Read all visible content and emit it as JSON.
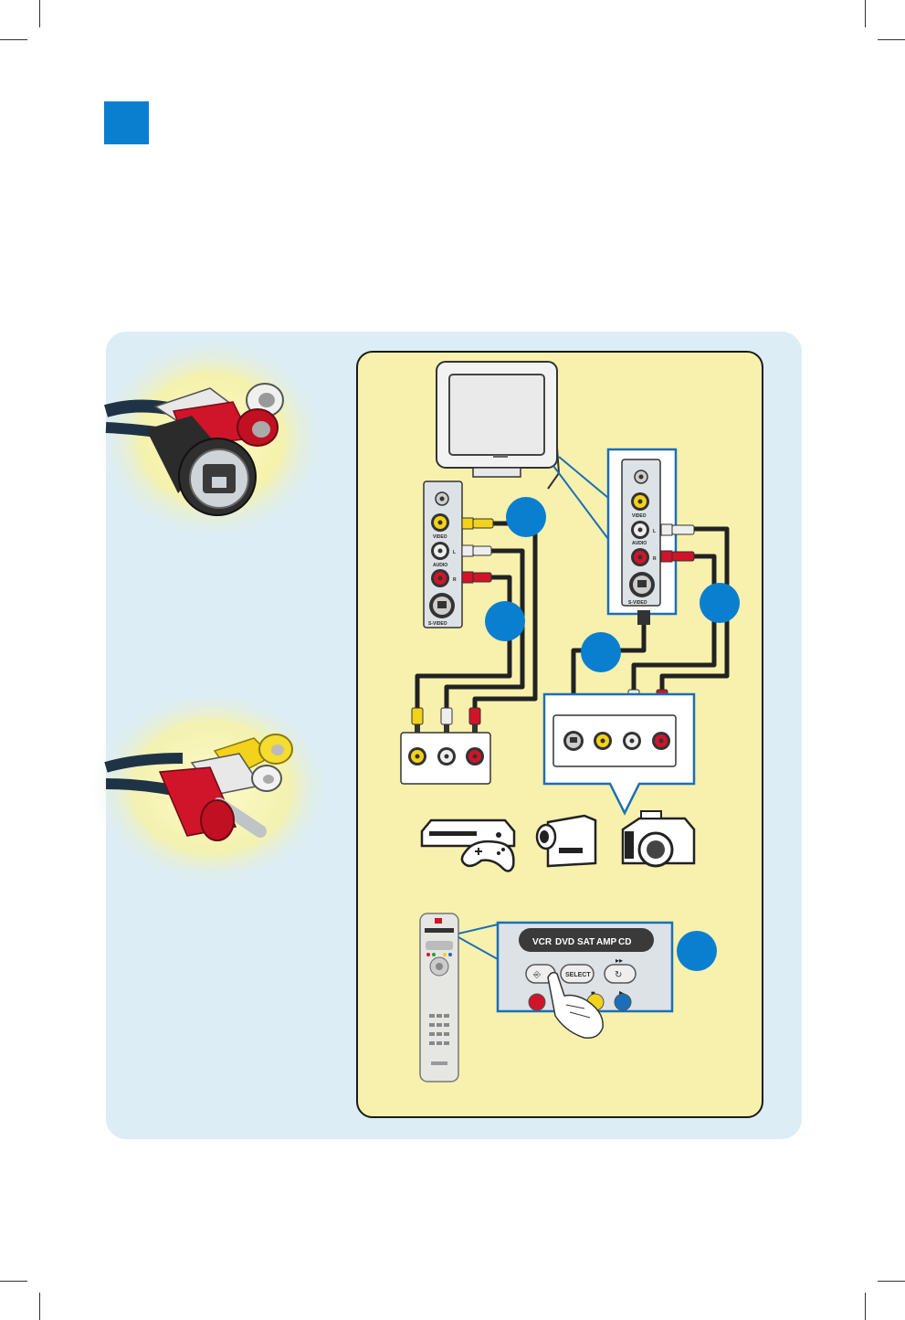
{
  "av_labels": {
    "video": "VIDEO",
    "audio": "AUDIO",
    "s_video": "S-VIDEO",
    "l": "L",
    "r": "R"
  },
  "remote": {
    "sources": [
      "VCR",
      "DVD",
      "SAT",
      "AMP",
      "CD"
    ],
    "select_label": "SELECT"
  },
  "colors": {
    "step_blue": "#0a7fd0",
    "panel_blue": "#dcedf6",
    "panel_yellow": "#f7f1ad",
    "plug_red": "#d0142a",
    "plug_yellow": "#f2d21a",
    "plug_white": "#eeeeee"
  }
}
